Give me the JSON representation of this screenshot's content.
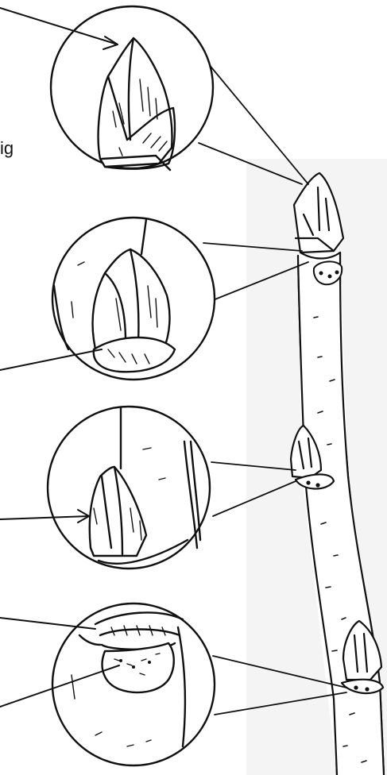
{
  "labels": {
    "partial_label": "ig"
  },
  "colors": {
    "ink": "#111111",
    "paper": "#ffffff",
    "shade": "#f1f1f1"
  },
  "callouts": [
    {
      "name": "terminal-bud"
    },
    {
      "name": "bud-scale-scar"
    },
    {
      "name": "lateral-bud"
    },
    {
      "name": "leaf-scar"
    }
  ]
}
